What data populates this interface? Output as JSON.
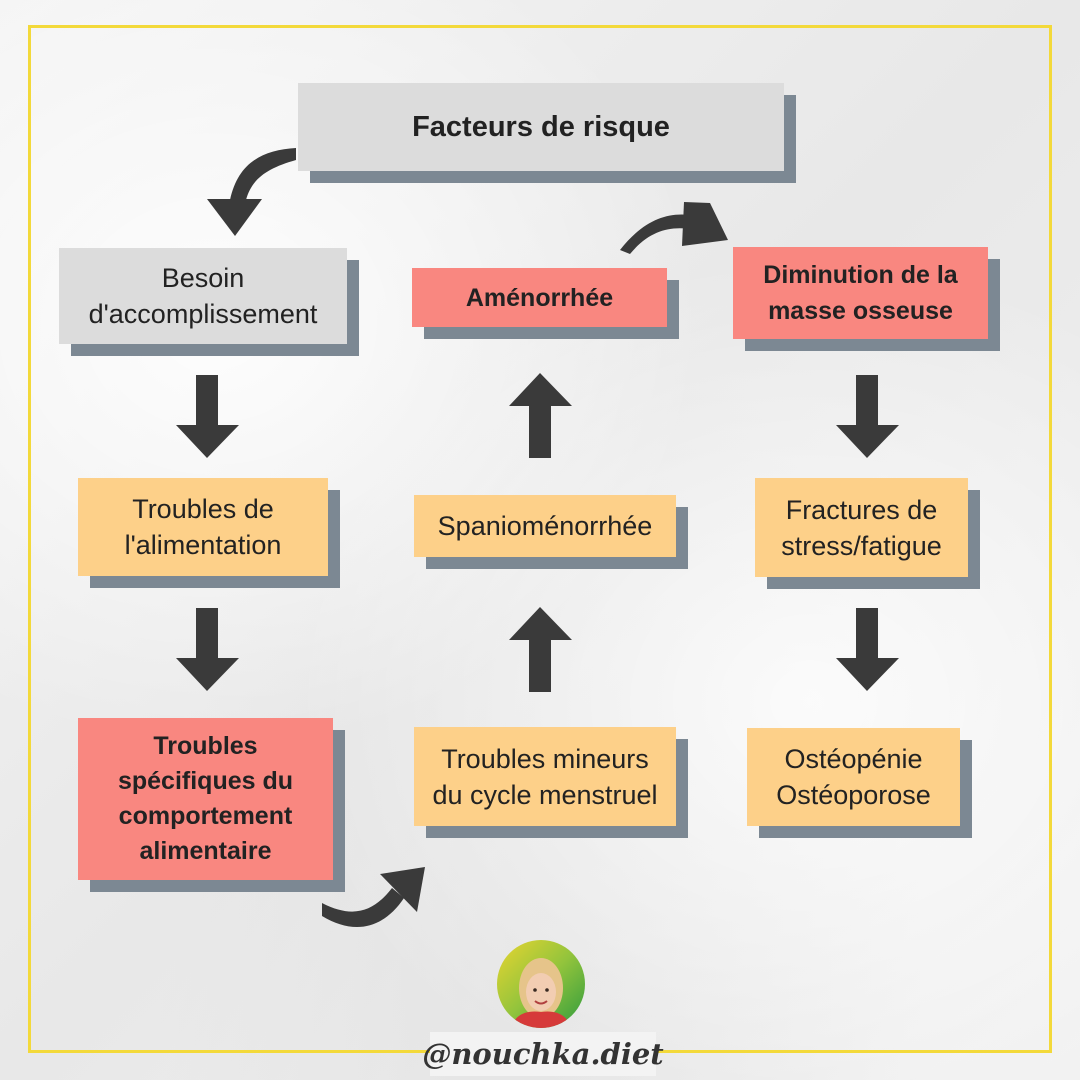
{
  "title": "Facteurs de risque",
  "boxes": {
    "besoin": "Besoin\nd'accomplissement",
    "troubles_alimentation": "Troubles de\nl'alimentation",
    "tsca": "Troubles\nspécifiques du\ncomportement\nalimentaire",
    "troubles_mineurs": "Troubles mineurs\ndu cycle menstruel",
    "spaniomenorrhee": "Spanioménorrhée",
    "amenorrhee": "Aménorrhée",
    "diminution": "Diminution de la\nmasse osseuse",
    "fractures": "Fractures de\nstress/fatigue",
    "osteopenie": "Ostéopénie\nOstéoporose"
  },
  "handle": "@nouchka.diet",
  "colors": {
    "grey_box": "#dcdcdc",
    "orange_box": "#fdd089",
    "red_box": "#f98780",
    "shadow": "#7c8893",
    "arrow": "#3a3a3a",
    "frame": "#f3d93a"
  }
}
